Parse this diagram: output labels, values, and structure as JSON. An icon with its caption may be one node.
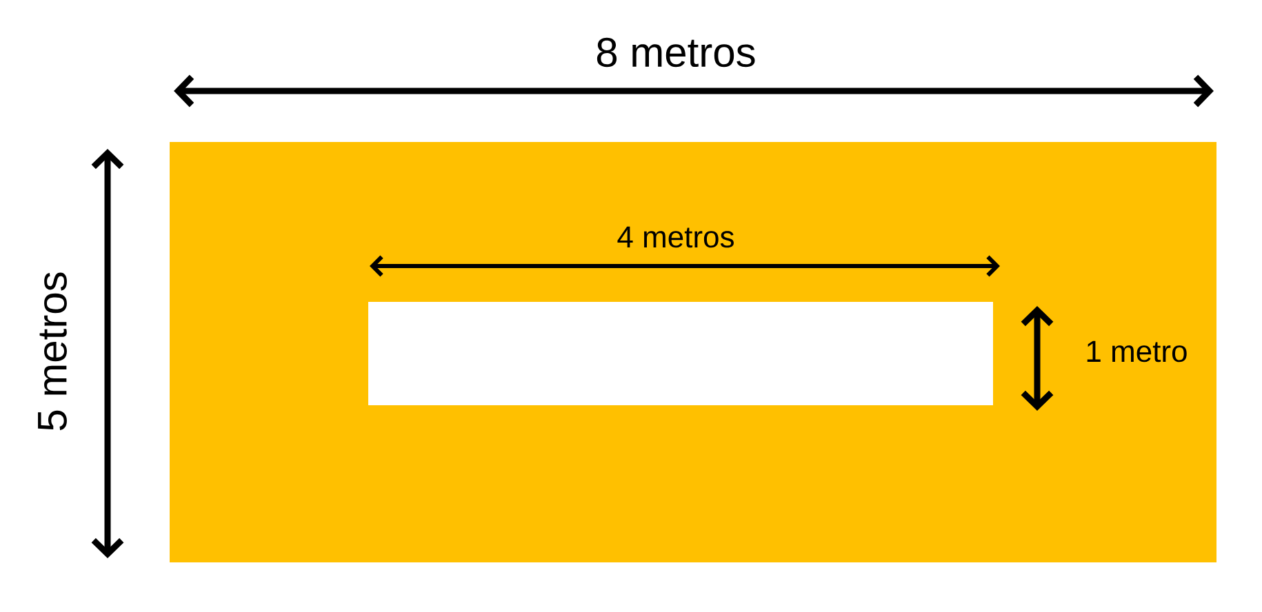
{
  "diagram": {
    "labels": [
      "8 metros",
      "5 metros",
      "4 metros",
      "1 metro"
    ]
  }
}
